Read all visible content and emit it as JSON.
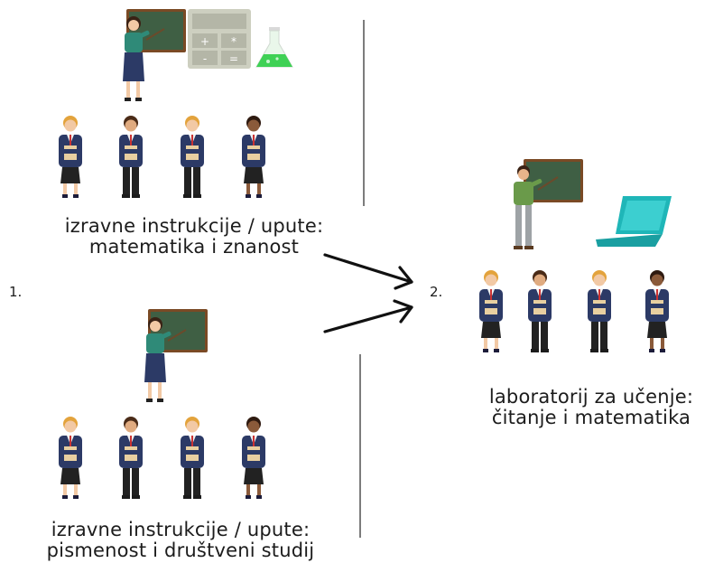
{
  "step1": {
    "number": "1.",
    "group_top": {
      "caption_line1": "izravne instrukcije / upute:",
      "caption_line2": "matematika i znanost",
      "icons": [
        "teacher-icon",
        "chalkboard-icon",
        "calculator-icon",
        "flask-icon"
      ]
    },
    "group_bottom": {
      "caption_line1": "izravne instrukcije / upute:",
      "caption_line2": "pismenost i društveni studij",
      "icons": [
        "teacher-icon",
        "chalkboard-icon"
      ]
    }
  },
  "step2": {
    "number": "2.",
    "caption_line1": "laboratorij za učenje:",
    "caption_line2": "čitanje i matematika",
    "icons": [
      "teacher-icon",
      "chalkboard-icon",
      "laptop-icon"
    ]
  },
  "students": [
    {
      "hair": "#e3a33c",
      "skin": "#f2c9a5",
      "legs": "skirt"
    },
    {
      "hair": "#4a2b17",
      "skin": "#e0ab80",
      "legs": "pants"
    },
    {
      "hair": "#e3a33c",
      "skin": "#f2c9a5",
      "legs": "pants"
    },
    {
      "hair": "#2e1a10",
      "skin": "#8a5a3a",
      "legs": "skirt"
    }
  ],
  "colors": {
    "board": "#3f5f44",
    "board_frame": "#7a4a25",
    "uniform": "#2c3a66",
    "teacher1_top": "#2f8a78",
    "teacher2_top": "#6a9a4a",
    "laptop": "#1fb6b8",
    "calculator": "#cdcfc0",
    "flask_liquid": "#3fd155"
  }
}
